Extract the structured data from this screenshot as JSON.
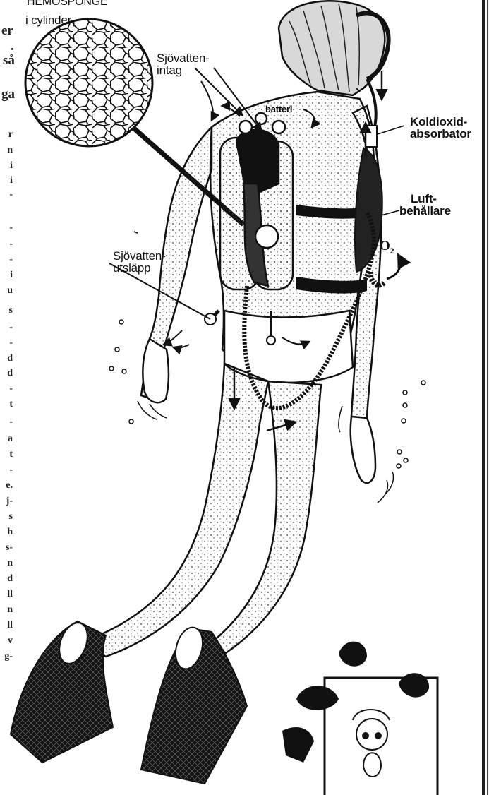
{
  "labels": {
    "hemosponge": "HEMOSPONGE",
    "cylinder": "i cylinder",
    "sjovatten_intag_1": "Sjövatten-",
    "sjovatten_intag_2": "intag",
    "batteri": "batteri",
    "koldioxid_1": "Koldioxid-",
    "koldioxid_2": "absorbator",
    "luft_1": "Luft-",
    "luft_2": "behållare",
    "o2": "O",
    "o2_sub": "2",
    "utslapp_1": "Sjövatten-",
    "utslapp_2": "utsläpp"
  },
  "column_fragments": {
    "top": [
      "er",
      ".",
      "så",
      "ga"
    ],
    "body": [
      "r",
      "n",
      "i",
      "i",
      "-",
      "-",
      "-",
      "-",
      "i",
      "u",
      "s",
      "-",
      "-",
      "d",
      "d",
      "-",
      "t",
      "-",
      "a",
      "t",
      "-",
      "e.",
      "j-",
      "s",
      "h",
      "s-",
      "n",
      "d",
      "ll",
      "n",
      "ll",
      "v",
      "g-"
    ]
  }
}
